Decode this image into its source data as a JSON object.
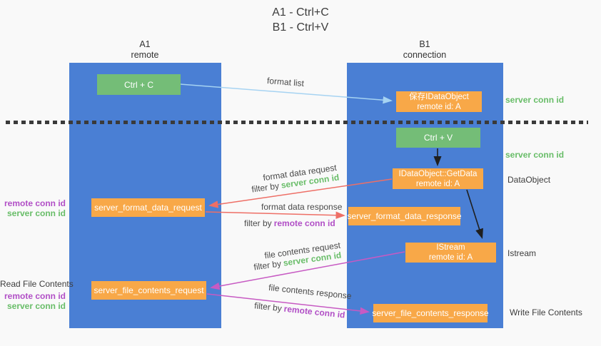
{
  "title": {
    "line1": "A1 - Ctrl+C",
    "line2": "B1 - Ctrl+V"
  },
  "lanes": {
    "left": {
      "header_top": "A1",
      "header_bottom": "remote"
    },
    "right": {
      "header_top": "B1",
      "header_bottom": "connection"
    }
  },
  "boxes": {
    "ctrl_c": {
      "label": "Ctrl + C"
    },
    "ctrl_v": {
      "label": "Ctrl + V"
    },
    "save_idataobject": {
      "line1": "保存IDataObject",
      "line2": "remote id: A"
    },
    "getdata": {
      "line1": "IDataObject::GetData",
      "line2": "remote id: A"
    },
    "istream": {
      "line1": "IStream",
      "line2": "remote id: A"
    },
    "format_request": {
      "label": "server_format_data_request"
    },
    "format_response": {
      "label": "server_format_data_response"
    },
    "file_request": {
      "label": "server_file_contents_request"
    },
    "file_response": {
      "label": "server_file_contents_response"
    }
  },
  "arrows": {
    "format_list": {
      "label": "format list"
    },
    "format_data_request": {
      "label": "format data request",
      "filter_prefix": "filter by",
      "filter_key": "server conn id"
    },
    "format_data_response": {
      "label": "format data response",
      "filter_prefix": "filter by",
      "filter_key": "remote conn id"
    },
    "file_contents_request": {
      "label": "file contents request",
      "filter_prefix": "filter by",
      "filter_key": "server conn id"
    },
    "file_contents_response": {
      "label": "file contents response",
      "filter_prefix": "filter by",
      "filter_key": "remote conn id"
    }
  },
  "side_labels": {
    "right_server_conn_id_top": "server conn id",
    "right_server_conn_id_mid": "server conn id",
    "right_dataobject": "DataObject",
    "right_istream": "Istream",
    "right_write_file_contents": "Write File Contents",
    "left_remote_conn_id_top": "remote conn id",
    "left_server_conn_id_top": "server conn id",
    "left_read_file_contents": "Read File Contents",
    "left_remote_conn_id_bottom": "remote conn id",
    "left_server_conn_id_bottom": "server conn id"
  },
  "colors": {
    "lane_blue": "#4a7fd4",
    "box_green": "#74bd77",
    "box_orange": "#f8a848",
    "arrow_light_blue": "#a6d3f2",
    "arrow_red": "#ee6f66",
    "arrow_magenta": "#c75ac3",
    "arrow_black": "#1f1f1f",
    "text_green": "#68bd68",
    "text_purple": "#b14fc6",
    "background": "#f9f9f9"
  }
}
